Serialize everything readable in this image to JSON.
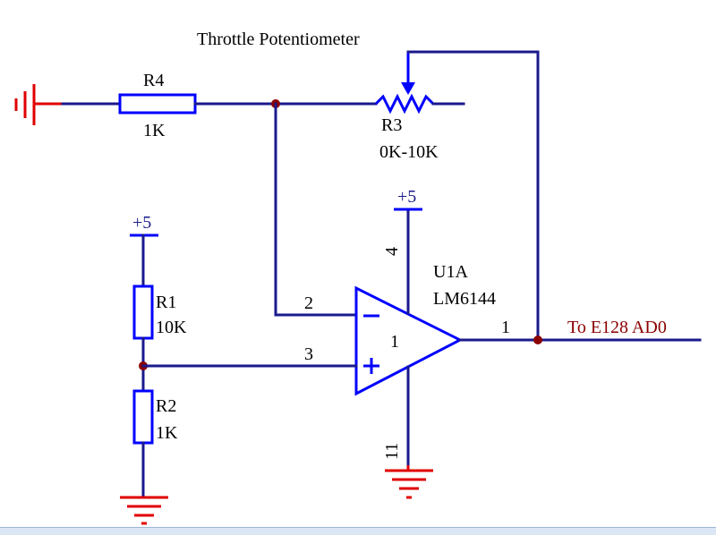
{
  "title": "Throttle Potentiometer",
  "components": {
    "r4": {
      "ref": "R4",
      "value": "1K"
    },
    "r3": {
      "ref": "R3",
      "value": "0K-10K"
    },
    "r1": {
      "ref": "R1",
      "value": "10K"
    },
    "r2": {
      "ref": "R2",
      "value": "1K"
    },
    "u1a": {
      "ref": "U1A",
      "part": "LM6144",
      "unit": "1"
    }
  },
  "power": {
    "vcc_left": "+5",
    "vcc_opamp": "+5"
  },
  "pins": {
    "inverting": "2",
    "noninverting": "3",
    "output": "1",
    "vplus": "4",
    "vminus": "11"
  },
  "net_label": "To E128 AD0",
  "colors": {
    "wire": "#1a1a8c",
    "component": "#0000ff",
    "ground": "#e00000",
    "junction": "#8b0000"
  }
}
